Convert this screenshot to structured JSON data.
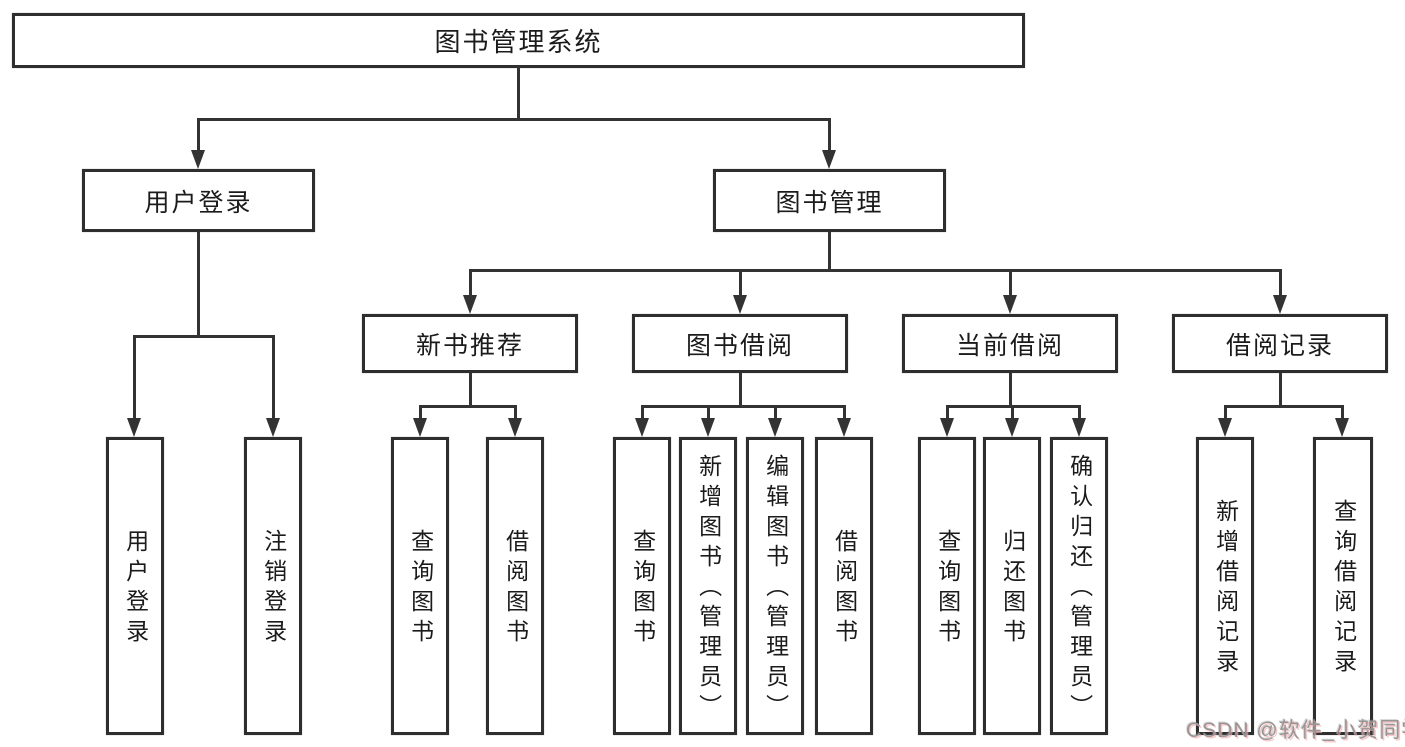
{
  "watermark": {
    "text": "CSDN @软件_小贺同学"
  },
  "tree": {
    "root": {
      "label": "图书管理系统",
      "children": [
        {
          "label": "用户登录",
          "children": [
            {
              "label": "用户登录"
            },
            {
              "label": "注销登录"
            }
          ]
        },
        {
          "label": "图书管理",
          "children": [
            {
              "label": "新书推荐",
              "children": [
                {
                  "label": "查询图书"
                },
                {
                  "label": "借阅图书"
                }
              ]
            },
            {
              "label": "图书借阅",
              "children": [
                {
                  "label": "查询图书"
                },
                {
                  "label": "新增图书（管理员）"
                },
                {
                  "label": "编辑图书（管理员）"
                },
                {
                  "label": "借阅图书"
                }
              ]
            },
            {
              "label": "当前借阅",
              "children": [
                {
                  "label": "查询图书"
                },
                {
                  "label": "归还图书"
                },
                {
                  "label": "确认归还（管理员）"
                }
              ]
            },
            {
              "label": "借阅记录",
              "children": [
                {
                  "label": "新增借阅记录"
                },
                {
                  "label": "查询借阅记录"
                }
              ]
            }
          ]
        }
      ]
    }
  },
  "colors": {
    "line": "#333333",
    "border": "#2e2e2e",
    "text": "#1b1b1b",
    "watermark_gray": "#969696",
    "watermark_pink": "#f6aaaa"
  }
}
